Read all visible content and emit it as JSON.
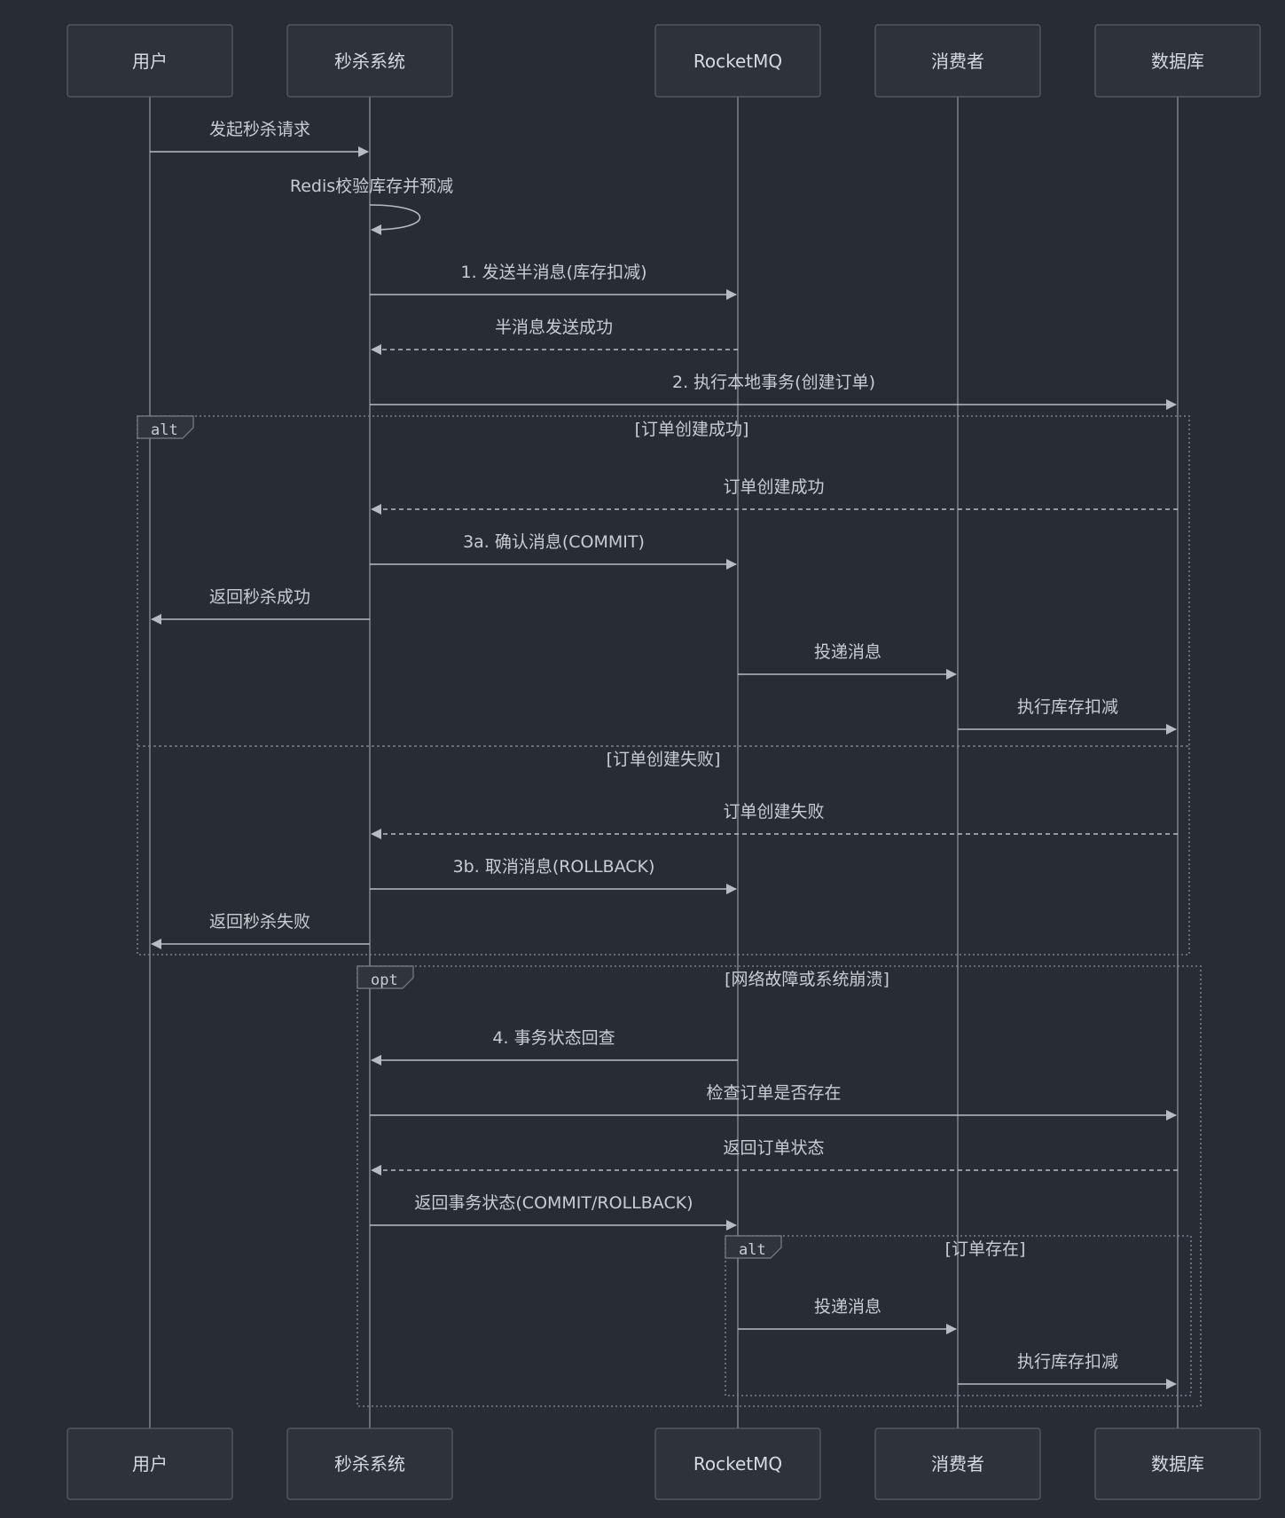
{
  "colors": {
    "background": "#282c34",
    "actor_fill": "#2e323b",
    "actor_border": "#5a5f6b",
    "lifeline": "#7a7f8c",
    "arrow": "#b7bbc4",
    "text": "#c9ccd3"
  },
  "participants": [
    {
      "id": "user",
      "label": "用户"
    },
    {
      "id": "seckill",
      "label": "秒杀系统"
    },
    {
      "id": "mq",
      "label": "RocketMQ"
    },
    {
      "id": "consumer",
      "label": "消费者"
    },
    {
      "id": "db",
      "label": "数据库"
    }
  ],
  "messages": [
    {
      "from": "user",
      "to": "seckill",
      "text": "发起秒杀请求",
      "style": "solid"
    },
    {
      "from": "seckill",
      "to": "seckill",
      "text": "Redis校验库存并预减",
      "style": "solid"
    },
    {
      "from": "seckill",
      "to": "mq",
      "text": "1. 发送半消息(库存扣减)",
      "style": "solid"
    },
    {
      "from": "mq",
      "to": "seckill",
      "text": "半消息发送成功",
      "style": "dashed"
    },
    {
      "from": "seckill",
      "to": "db",
      "text": "2. 执行本地事务(创建订单)",
      "style": "solid"
    },
    {
      "from": "db",
      "to": "seckill",
      "text": "订单创建成功",
      "style": "dashed"
    },
    {
      "from": "seckill",
      "to": "mq",
      "text": "3a. 确认消息(COMMIT)",
      "style": "solid"
    },
    {
      "from": "seckill",
      "to": "user",
      "text": "返回秒杀成功",
      "style": "solid"
    },
    {
      "from": "mq",
      "to": "consumer",
      "text": "投递消息",
      "style": "solid"
    },
    {
      "from": "consumer",
      "to": "db",
      "text": "执行库存扣减",
      "style": "solid"
    },
    {
      "from": "db",
      "to": "seckill",
      "text": "订单创建失败",
      "style": "dashed"
    },
    {
      "from": "seckill",
      "to": "mq",
      "text": "3b. 取消消息(ROLLBACK)",
      "style": "solid"
    },
    {
      "from": "seckill",
      "to": "user",
      "text": "返回秒杀失败",
      "style": "solid"
    },
    {
      "from": "mq",
      "to": "seckill",
      "text": "4. 事务状态回查",
      "style": "solid"
    },
    {
      "from": "seckill",
      "to": "db",
      "text": "检查订单是否存在",
      "style": "solid"
    },
    {
      "from": "db",
      "to": "seckill",
      "text": "返回订单状态",
      "style": "dashed"
    },
    {
      "from": "seckill",
      "to": "mq",
      "text": "返回事务状态(COMMIT/ROLLBACK)",
      "style": "solid"
    },
    {
      "from": "mq",
      "to": "consumer",
      "text": "投递消息",
      "style": "solid"
    },
    {
      "from": "consumer",
      "to": "db",
      "text": "执行库存扣减",
      "style": "solid"
    }
  ],
  "fragments": [
    {
      "kind": "alt",
      "sections": [
        "[订单创建成功]",
        "[订单创建失败]"
      ]
    },
    {
      "kind": "opt",
      "sections": [
        "[网络故障或系统崩溃]"
      ]
    },
    {
      "kind": "alt",
      "sections": [
        "[订单存在]"
      ]
    }
  ]
}
